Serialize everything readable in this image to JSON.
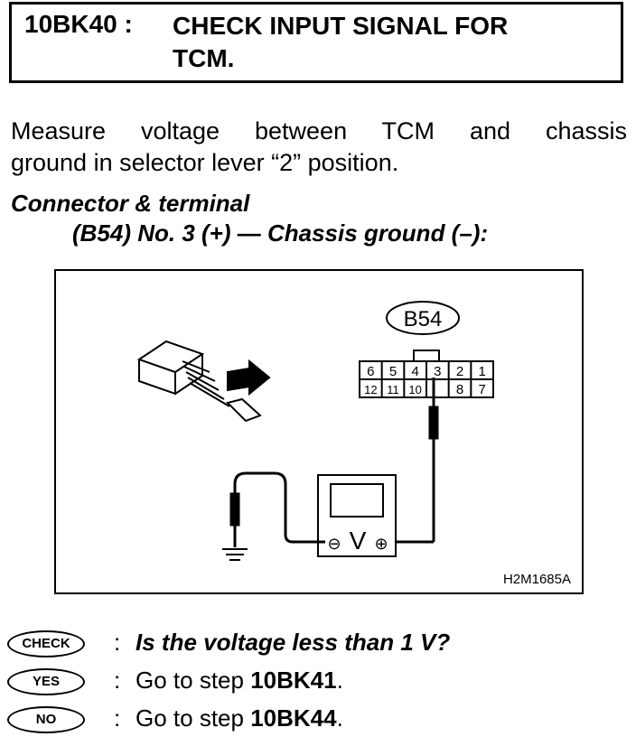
{
  "header": {
    "step_code": "10BK40 :",
    "title_line1": "CHECK INPUT SIGNAL FOR",
    "title_line2": "TCM."
  },
  "intro": {
    "line1": "Measure voltage between TCM and chassis",
    "line2": "ground in selector lever “2” position."
  },
  "connector": {
    "label": "Connector & terminal",
    "detail": "(B54) No. 3 (+) — Chassis ground (–):"
  },
  "figure": {
    "connector_id": "B54",
    "pins_top": [
      "6",
      "5",
      "4",
      "3",
      "2",
      "1"
    ],
    "pins_bottom": [
      "12",
      "11",
      "10",
      "",
      "8",
      "7"
    ],
    "meter_symbol": "V",
    "minus_symbol": "⊖",
    "plus_symbol": "⊕",
    "figure_code": "H2M1685A"
  },
  "qa": {
    "check_badge": "CHECK",
    "question": "Is the voltage less than 1 V?",
    "yes_badge": "YES",
    "yes_prefix": "Go to step ",
    "yes_step": "10BK41",
    "yes_suffix": ".",
    "no_badge": "NO",
    "no_prefix": "Go to step ",
    "no_step": "10BK44",
    "no_suffix": ".",
    "colon": ":"
  }
}
